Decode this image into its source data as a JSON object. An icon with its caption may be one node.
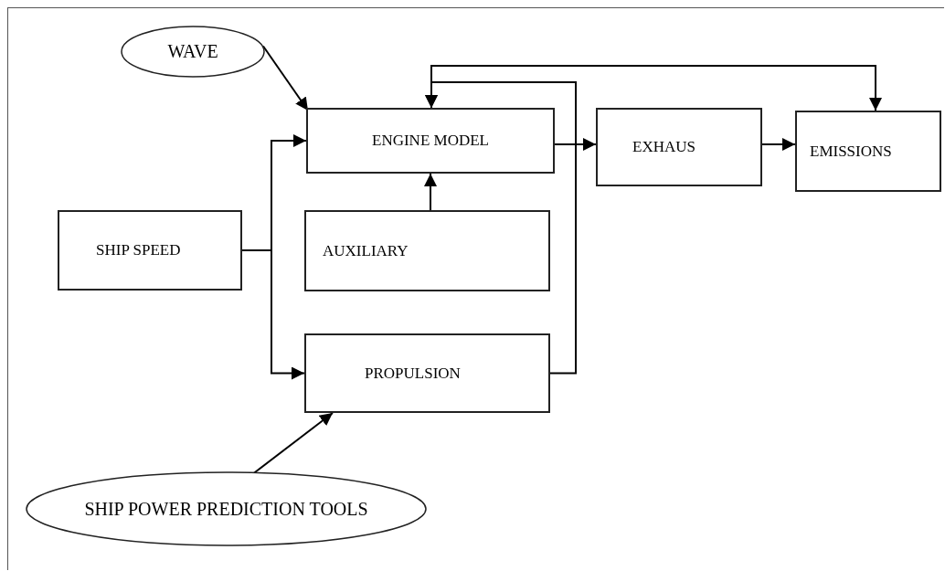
{
  "diagram": {
    "nodes": [
      {
        "text": [
          "WAVE"
        ]
      },
      {
        "text": [
          "ENGINE MODEL"
        ]
      },
      {
        "text": [
          "EXHAUS"
        ]
      },
      {
        "text": [
          "EMISSIONS"
        ]
      },
      {
        "text": [
          "SHIP SPEED"
        ]
      },
      {
        "text": [
          "AUXILIARY"
        ]
      },
      {
        "text": [
          "PROPULSION"
        ]
      },
      {
        "text": [
          "SHIP POWER PREDICTION TOOLS"
        ]
      }
    ],
    "edges": [
      {
        "from": 0,
        "to": 1,
        "arrow": "to"
      },
      {
        "from": 4,
        "to": 1,
        "arrow": "to"
      },
      {
        "from": 4,
        "to": 6,
        "arrow": "to"
      },
      {
        "from": 5,
        "to": 1,
        "arrow": "to"
      },
      {
        "from": 6,
        "to": 1,
        "arrow": "to"
      },
      {
        "from": 1,
        "to": 2,
        "arrow": "to"
      },
      {
        "from": 2,
        "to": 3,
        "arrow": "to"
      },
      {
        "from": 1,
        "to": 3,
        "arrow": "both"
      },
      {
        "from": 7,
        "to": 6,
        "arrow": "to"
      }
    ]
  }
}
